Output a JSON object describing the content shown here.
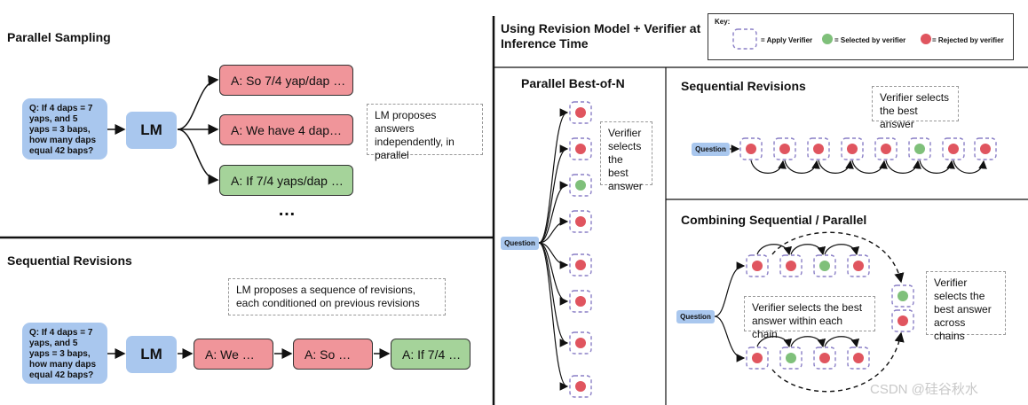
{
  "left": {
    "parallel": {
      "title": "Parallel Sampling",
      "question": "Q:  If 4 daps = 7 yaps, and 5 yaps = 3 baps, how many daps equal 42 baps?",
      "lm": "LM",
      "answers": [
        {
          "text": "A: So 7/4 yap/dap …",
          "status": "rejected"
        },
        {
          "text": "A: We have 4 dap…",
          "status": "rejected"
        },
        {
          "text": "A: If 7/4 yaps/dap …",
          "status": "selected"
        }
      ],
      "ellipsis": "…",
      "note": "LM proposes answers independently, in parallel"
    },
    "sequential": {
      "title": "Sequential Revisions",
      "question": "Q:  If 4 daps = 7 yaps, and 5 yaps = 3 baps, how many daps equal 42 baps?",
      "lm": "LM",
      "answers": [
        {
          "text": "A: We …",
          "status": "rejected"
        },
        {
          "text": "A: So …",
          "status": "rejected"
        },
        {
          "text": "A: If 7/4 …",
          "status": "selected"
        }
      ],
      "note": "LM proposes a sequence of revisions, each conditioned on previous revisions"
    }
  },
  "right": {
    "title": "Using Revision Model + Verifier at Inference Time",
    "key": {
      "label": "Key:",
      "apply": "= Apply Verifier",
      "selected": "= Selected by verifier",
      "rejected": "= Rejected by verifier"
    },
    "best_of_n": {
      "title": "Parallel Best-of-N",
      "question": "Question",
      "note": "Verifier selects the best answer",
      "nodes": [
        "rejected",
        "rejected",
        "selected",
        "rejected",
        "rejected",
        "rejected",
        "rejected",
        "rejected"
      ]
    },
    "seq_rev": {
      "title": "Sequential Revisions",
      "question": "Question",
      "note": "Verifier selects the best answer",
      "nodes": [
        "rejected",
        "rejected",
        "rejected",
        "rejected",
        "rejected",
        "selected",
        "rejected",
        "rejected"
      ]
    },
    "combined": {
      "title": "Combining Sequential / Parallel",
      "question": "Question",
      "note_chain": "Verifier selects the best answer within each chain",
      "note_across": "Verifier selects the best answer across chains",
      "top_chain": [
        "rejected",
        "rejected",
        "selected",
        "rejected"
      ],
      "bottom_chain": [
        "rejected",
        "selected",
        "rejected",
        "rejected"
      ],
      "final": [
        "selected",
        "rejected"
      ]
    }
  },
  "colors": {
    "red_dot": "#e0555f",
    "green_dot": "#7fc07a",
    "dash": "#8a7fc6",
    "blue": "#a9c7ee"
  },
  "watermark": "CSDN @硅谷秋水"
}
